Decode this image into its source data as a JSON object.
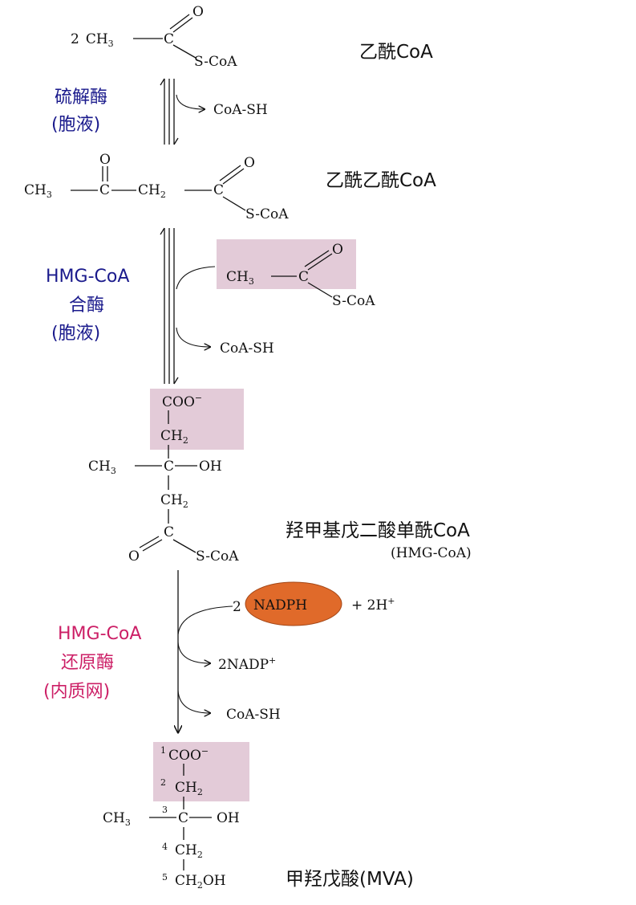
{
  "compounds": {
    "acetyl_coa": {
      "coefficient": "2",
      "ch3": "CH",
      "ch3_sub": "3",
      "carbon": "C",
      "oxygen": "O",
      "scoa": "S-CoA",
      "name": "乙酰CoA"
    },
    "acetoacetyl_coa": {
      "ch3": "CH",
      "ch3_sub": "3",
      "c1": "C",
      "o1": "O",
      "ch2": "CH",
      "ch2_sub": "2",
      "c2": "C",
      "o2": "O",
      "scoa": "S-CoA",
      "name": "乙酰乙酰CoA"
    },
    "acetyl_coa_added": {
      "ch3": "CH",
      "ch3_sub": "3",
      "carbon": "C",
      "oxygen": "O",
      "scoa": "S-CoA"
    },
    "hmg_coa": {
      "coo": "COO",
      "coo_sup": "−",
      "ch2_top": "CH",
      "ch2_top_sub": "2",
      "ch3": "CH",
      "ch3_sub": "3",
      "c_center": "C",
      "oh": "OH",
      "ch2_mid": "CH",
      "ch2_mid_sub": "2",
      "c_thio": "C",
      "o": "O",
      "scoa": "S-CoA",
      "name": "羟甲基戊二酸单酰CoA",
      "abbr": "(HMG-CoA)"
    },
    "mva": {
      "coo": "COO",
      "coo_sup": "−",
      "ch2": "CH",
      "ch2_sub": "2",
      "ch3": "CH",
      "ch3_sub": "3",
      "c_center": "C",
      "oh": "OH",
      "ch2_b": "CH",
      "ch2_b_sub": "2",
      "ch2oh_a": "CH",
      "ch2oh_sub": "2",
      "ch2oh_b": "OH",
      "numbers": [
        "1",
        "2",
        "3",
        "4",
        "5"
      ],
      "name": "甲羟戊酸(MVA)"
    }
  },
  "steps": [
    {
      "enzyme_line1": "硫解酶",
      "enzyme_line2": "(胞液)",
      "byproduct": "CoA-SH"
    },
    {
      "enzyme_line1": "HMG-CoA",
      "enzyme_line2": "合酶",
      "enzyme_line3": "(胞液)",
      "byproduct": "CoA-SH"
    },
    {
      "enzyme_line1": "HMG-CoA",
      "enzyme_line2": "还原酶",
      "enzyme_line3": "(内质网)",
      "reactant_coef": "2",
      "reactant": "NADPH",
      "reactant_extra": "+ 2H",
      "reactant_extra_sup": "+",
      "product1": "2NADP",
      "product1_sup": "+",
      "product2": "CoA-SH"
    }
  ],
  "colors": {
    "highlight": "#e3cbd8",
    "nadph_fill": "#e06a2a",
    "enzyme_blue": "#1a1a8c",
    "enzyme_red": "#cc1f66"
  }
}
